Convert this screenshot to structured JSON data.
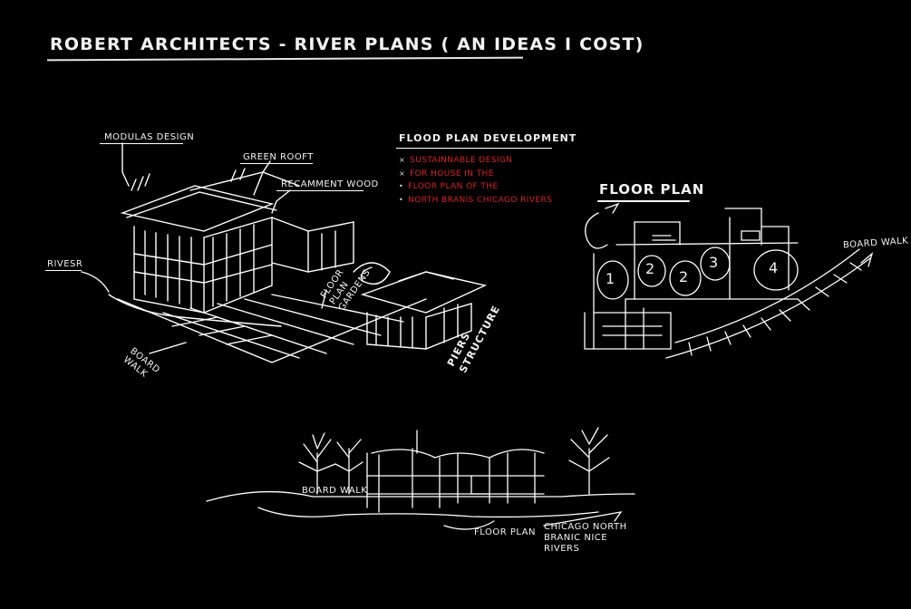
{
  "header": {
    "title": "ROBERT ARCHITECTS - RIVER PLANS ( AN IDEAS I COST)"
  },
  "sketch_labels": {
    "modulas_design": "MODULAS DESIGN",
    "green_roof": "GREEN ROOFT",
    "recamment_wood": "RECAMMENT WOOD",
    "rivesr": "RIVESR",
    "board_walk_1": "BOARD WALK",
    "floor_plan_gardens": "FLOOR PLAN GARDENS",
    "piers_structure": "PIERS STRUCTURE",
    "floor_plan_title": "FLOOR PLAN",
    "board_walk_2": "BOARD WALK",
    "board_walk_3": "BOARD WALK",
    "floor_plan_2": "FLOOR PLAN",
    "chicago_note": "CHICAGO NORTH BRANIC NICE RIVERS"
  },
  "floor_plan_rooms": [
    "1",
    "2",
    "2",
    "3",
    "4"
  ],
  "flood_plan": {
    "heading": "FLOOD PLAN DEVELOPMENT",
    "items": [
      "SUSTAINNABLE DESIGN",
      "FOR HOUSE IN THE",
      "FLOOR PLAN OF THE",
      "NORTH BRANIS CHICAGO RIVERS"
    ]
  },
  "colors": {
    "background": "#000000",
    "sketch": "#ffffff",
    "accent": "#d22222"
  }
}
